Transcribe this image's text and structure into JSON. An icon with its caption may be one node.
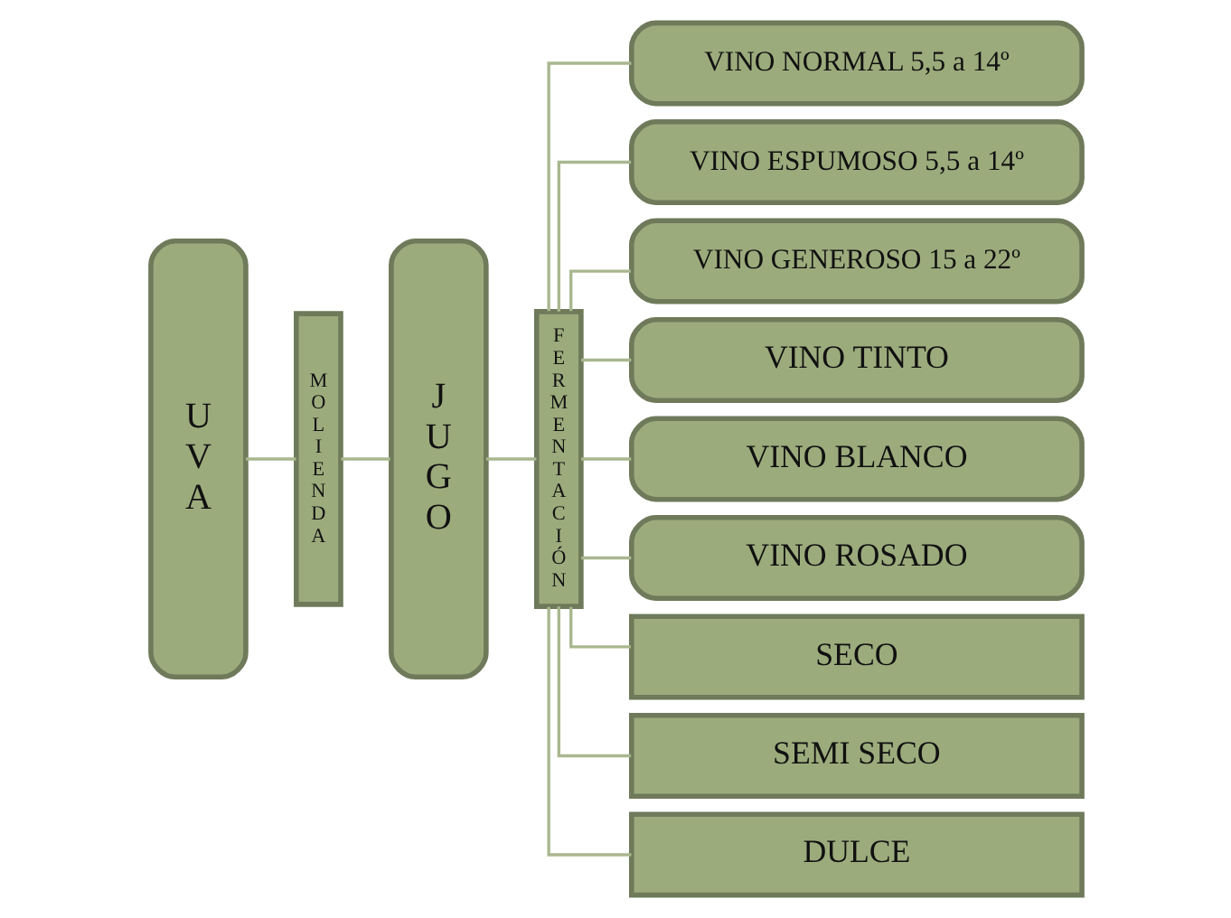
{
  "diagram": {
    "nodes": [
      {
        "text": [
          "UVA"
        ]
      },
      {
        "text": [
          "MOLIENDA"
        ]
      },
      {
        "text": [
          "JUGO"
        ]
      },
      {
        "text": [
          "FERMENTACIÓN"
        ]
      },
      {
        "text": [
          "VINO NORMAL 5,5 a 14º"
        ]
      },
      {
        "text": [
          "VINO ESPUMOSO 5,5 a 14º"
        ]
      },
      {
        "text": [
          "VINO GENEROSO 15 a 22º"
        ]
      },
      {
        "text": [
          "VINO TINTO"
        ]
      },
      {
        "text": [
          "VINO BLANCO"
        ]
      },
      {
        "text": [
          "VINO ROSADO"
        ]
      },
      {
        "text": [
          "SECO"
        ]
      },
      {
        "text": [
          "SEMI SECO"
        ]
      },
      {
        "text": [
          "DULCE"
        ]
      }
    ],
    "edges": [
      {
        "from": 0,
        "to": 1,
        "arrow": "none"
      },
      {
        "from": 1,
        "to": 2,
        "arrow": "none"
      },
      {
        "from": 2,
        "to": 3,
        "arrow": "none"
      },
      {
        "from": 3,
        "to": 4,
        "arrow": "none"
      },
      {
        "from": 3,
        "to": 5,
        "arrow": "none"
      },
      {
        "from": 3,
        "to": 6,
        "arrow": "none"
      },
      {
        "from": 3,
        "to": 7,
        "arrow": "none"
      },
      {
        "from": 3,
        "to": 8,
        "arrow": "none"
      },
      {
        "from": 3,
        "to": 9,
        "arrow": "none"
      },
      {
        "from": 3,
        "to": 10,
        "arrow": "none"
      },
      {
        "from": 3,
        "to": 11,
        "arrow": "none"
      },
      {
        "from": 3,
        "to": 12,
        "arrow": "none"
      }
    ]
  }
}
